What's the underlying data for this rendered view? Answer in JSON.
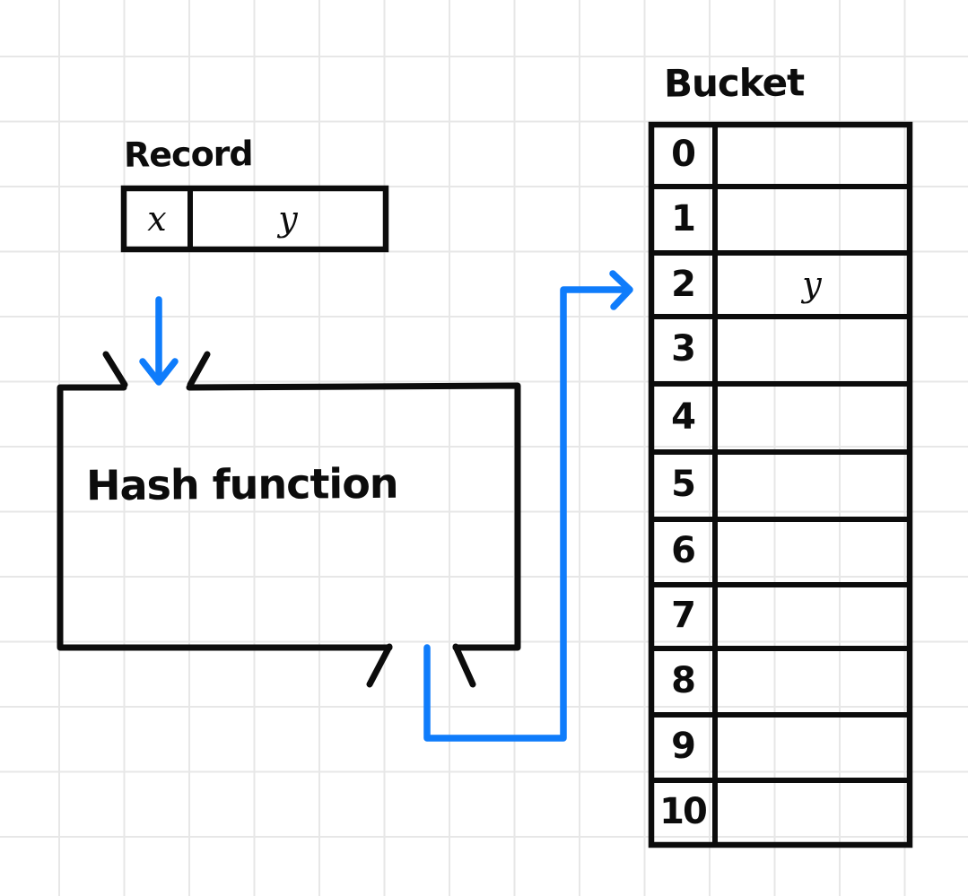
{
  "theme": {
    "bg": "#ffffff",
    "grid": "#e7e7e7",
    "ink": "#0c0c0c",
    "accent": "#0f7cfb"
  },
  "diagram": {
    "record": {
      "title": "Record",
      "fields": [
        {
          "label": "x"
        },
        {
          "label": "y"
        }
      ]
    },
    "hash": {
      "label": "Hash function"
    },
    "bucket": {
      "title": "Bucket",
      "rows": [
        {
          "index": "0",
          "value": ""
        },
        {
          "index": "1",
          "value": ""
        },
        {
          "index": "2",
          "value": "y"
        },
        {
          "index": "3",
          "value": ""
        },
        {
          "index": "4",
          "value": ""
        },
        {
          "index": "5",
          "value": ""
        },
        {
          "index": "6",
          "value": ""
        },
        {
          "index": "7",
          "value": ""
        },
        {
          "index": "8",
          "value": ""
        },
        {
          "index": "9",
          "value": ""
        },
        {
          "index": "10",
          "value": ""
        }
      ]
    },
    "connectors": {
      "record_to_hash": "arrow-down",
      "hash_to_bucket": "elbow-arrow-right",
      "target_row_index": "2"
    }
  }
}
